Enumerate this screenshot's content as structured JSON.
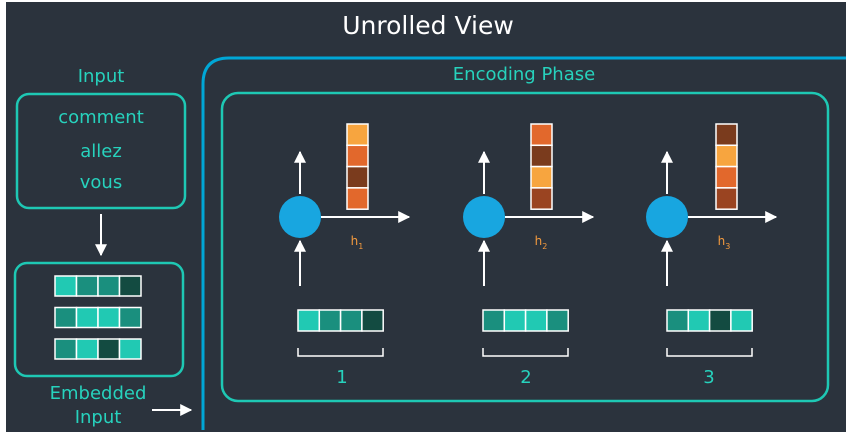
{
  "title": "Unrolled View",
  "input_label": "Input",
  "input_words": [
    "comment",
    "allez",
    "vous"
  ],
  "embedded_label_line1": "Embedded",
  "embedded_label_line2": "Input",
  "encoding_label": "Encoding Phase",
  "steps": [
    {
      "number": "1",
      "hidden_label": "h",
      "hidden_sub": "1"
    },
    {
      "number": "2",
      "hidden_label": "h",
      "hidden_sub": "2"
    },
    {
      "number": "3",
      "hidden_label": "h",
      "hidden_sub": "3"
    }
  ],
  "colors": {
    "background": "#2b333d",
    "frame": "#00a7d6",
    "teal": "#1ec8b4",
    "label_teal": "#27d2bd",
    "node_blue": "#18a6e0",
    "arrow": "#ffffff",
    "hidden_label": "#f39a3e",
    "emb_light": "#21c9b3",
    "emb_mid": "#1a8f7e",
    "emb_dark": "#134b41",
    "state_light": "#f7a53f",
    "state_mid": "#e2682c",
    "state_dark": "#9a4421",
    "state_darker": "#7a3b1d"
  }
}
